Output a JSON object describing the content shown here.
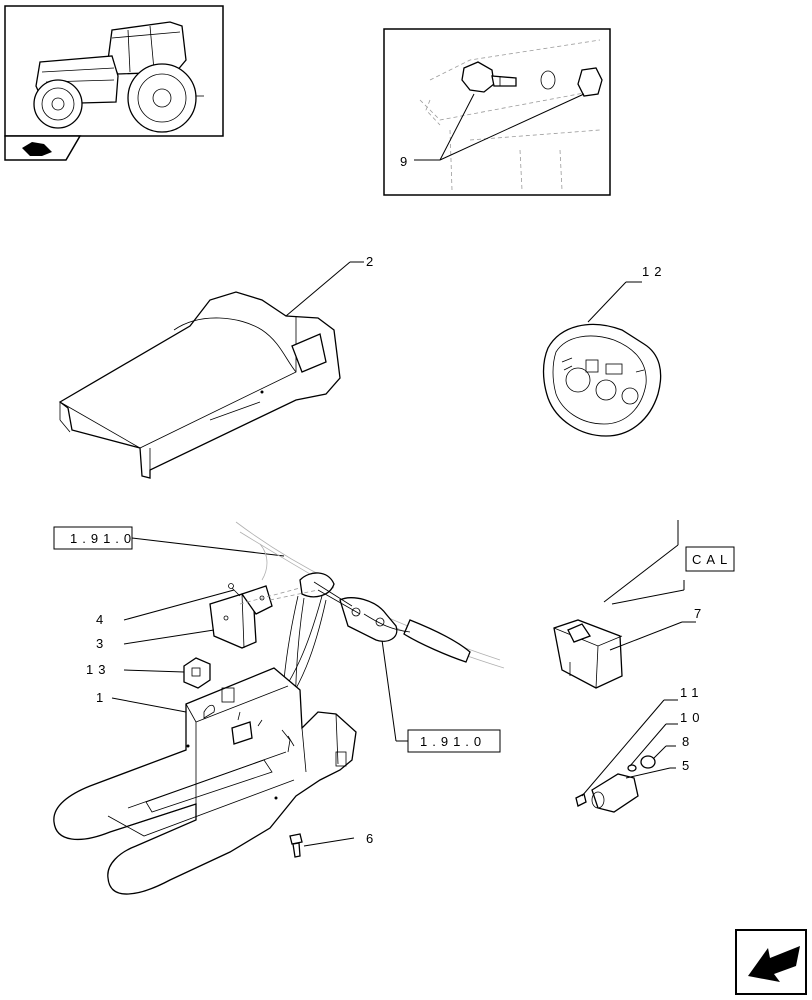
{
  "references": {
    "ref_top": "1.91.0",
    "ref_bottom": "1.91.0",
    "cal": "CAL"
  },
  "callouts": {
    "c1": "1",
    "c2": "2",
    "c3": "3",
    "c4": "4",
    "c5": "5",
    "c6": "6",
    "c7": "7",
    "c8": "8",
    "c9": "9",
    "c10": "10",
    "c11": "11",
    "c12": "12",
    "c13": "13"
  },
  "icons": {
    "thumbnail": "tractor-thumbnail-icon",
    "section": "section-tab-icon",
    "nav": "next-page-arrow-icon"
  }
}
